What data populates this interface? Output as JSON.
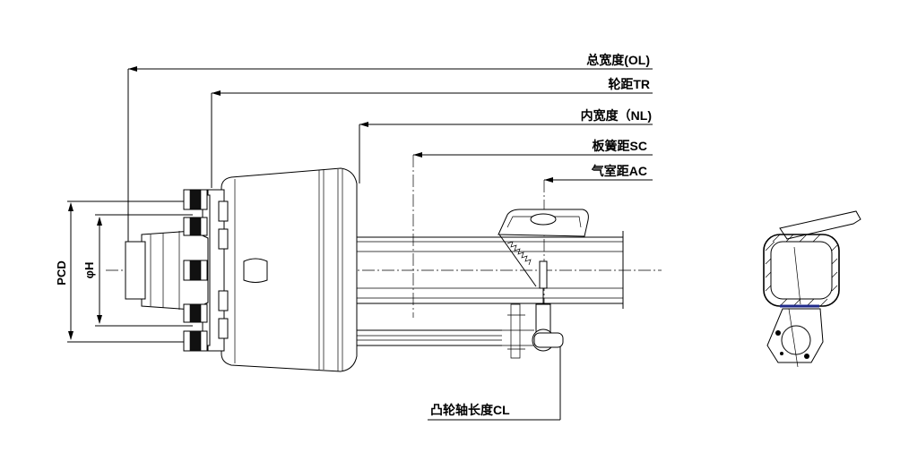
{
  "dimensions": {
    "overall_width": "总宽度(OL)",
    "track": "轮距TR",
    "inner_width": "内宽度（NL)",
    "spring_seat": "板簧距SC",
    "chamber": "气室距AC",
    "camshaft_length": "凸轮轴长度CL",
    "pcd": "PCD",
    "hub_diameter": "φH"
  },
  "colors": {
    "line": "#000000",
    "weld_highlight": "#1f2a8a"
  }
}
